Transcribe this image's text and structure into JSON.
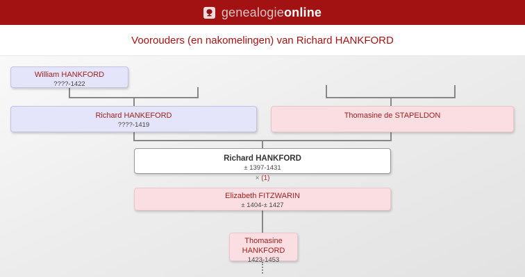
{
  "header": {
    "logo_prefix": "genealogie",
    "logo_suffix": "online",
    "bg_color": "#a31212"
  },
  "title": "Voorouders (en nakomelingen) van Richard HANKFORD",
  "tree": {
    "persons": [
      {
        "name": "William HANKFORD",
        "dates": "????-1422",
        "style": "lavender"
      },
      {
        "name": "Richard HANKEFORD",
        "dates": "????-1419",
        "style": "lavender"
      },
      {
        "name": "Thomasine de STAPELDON",
        "dates": "",
        "style": "pink"
      },
      {
        "name": "Richard HANKFORD",
        "dates": "± 1397-1431",
        "style": "white"
      },
      {
        "name": "Elizabeth FITZWARIN",
        "dates": "± 1404-± 1427",
        "style": "pink"
      },
      {
        "name": "Thomasine HANKFORD",
        "dates": "1423-1453",
        "style": "pink"
      }
    ],
    "marriage": {
      "symbol": "×",
      "label": "(1)"
    }
  },
  "colors": {
    "header_red": "#a31212",
    "title_red": "#aa1111",
    "name_red": "#a02020",
    "lavender_box": "#e4e4fa",
    "pink_box": "#fbdee1",
    "connector_gray": "#878787"
  }
}
